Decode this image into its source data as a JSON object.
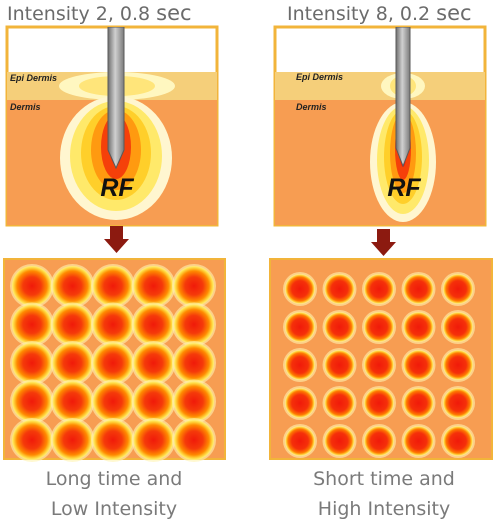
{
  "left_panel": {
    "title": "Intensity 2, 0.8",
    "title_unit": "sec",
    "epi_label": "Epi Dermis",
    "dermis_label": "Dermis",
    "rf_label": "RF",
    "caption_line1": "Long time and",
    "caption_line2": "Low Intensity"
  },
  "right_panel": {
    "title": "Intensity 8, 0.2",
    "title_unit": "sec",
    "epi_label": "Epi Dermis",
    "dermis_label": "Dermis",
    "rf_label": "RF",
    "caption_line1": "Short time and",
    "caption_line2": "High Intensity"
  },
  "grid": {
    "rows": 5,
    "cols": 5
  },
  "colors": {
    "frame": "#f2b43a",
    "epidermis": "#f5cf7a",
    "dermis": "#f79d52",
    "spot_core": "#f01a0a",
    "spot_mid": "#ff8a00",
    "spot_edge": "#ffe94a",
    "arrow": "#8c1a10",
    "needle": "#9a9a9a"
  }
}
